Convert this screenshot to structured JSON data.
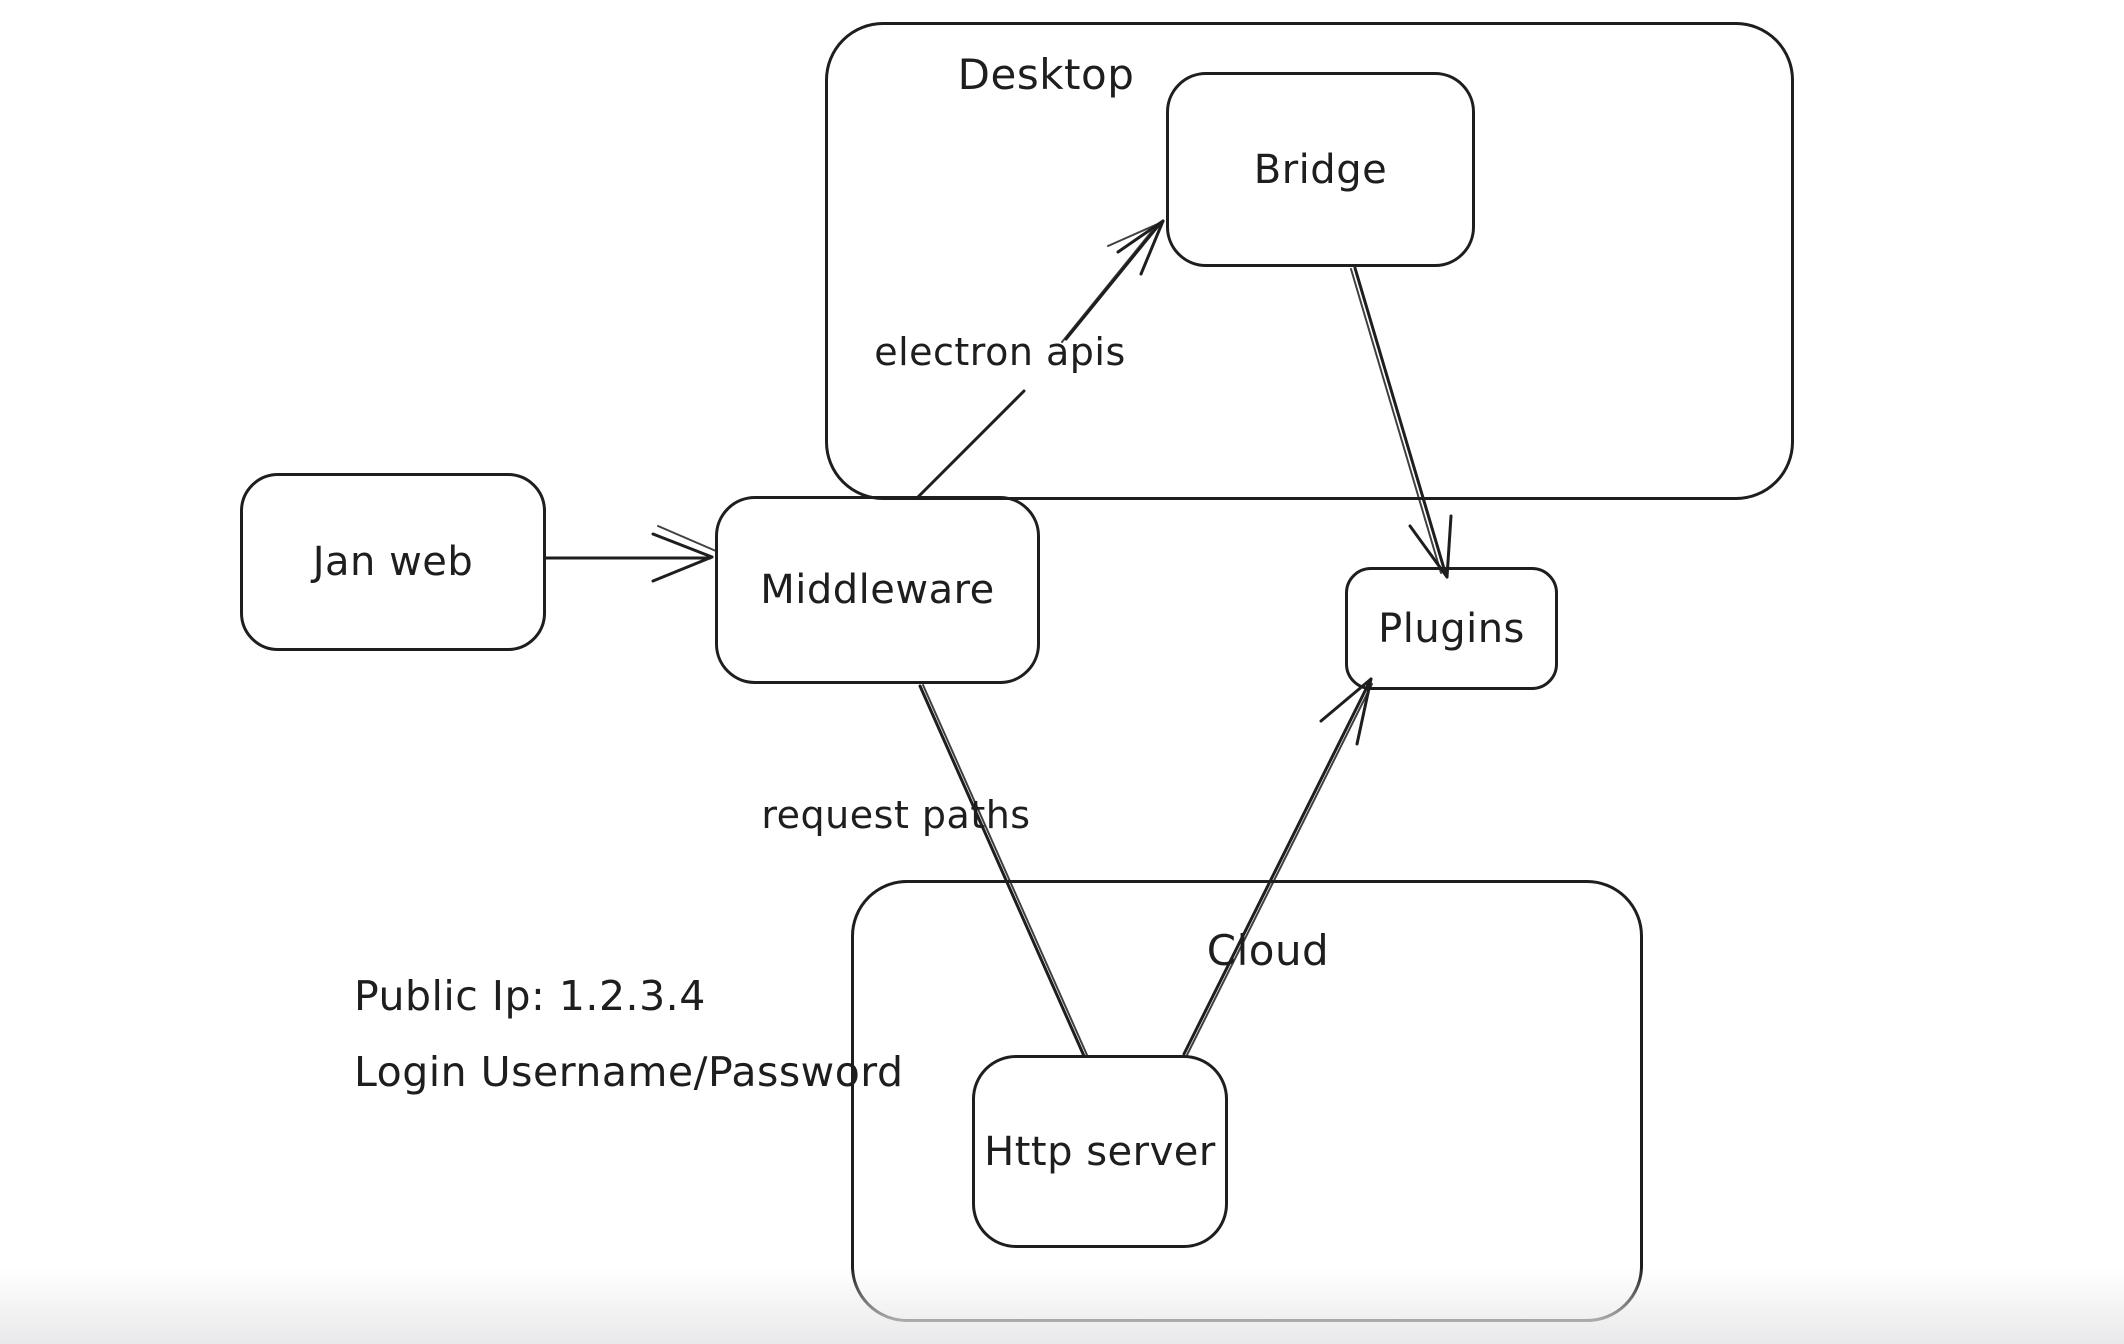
{
  "canvas": {
    "background": "#ffffff",
    "stroke_color": "#1e1e1e",
    "bottom_fade_color": "#e9e9eb",
    "style": "hand-drawn whiteboard sketch"
  },
  "containers": {
    "desktop": {
      "label": "Desktop"
    },
    "cloud": {
      "label": "Cloud"
    }
  },
  "nodes": {
    "jan_web": {
      "label": "Jan web"
    },
    "middleware": {
      "label": "Middleware"
    },
    "bridge": {
      "label": "Bridge"
    },
    "plugins": {
      "label": "Plugins"
    },
    "http_server": {
      "label": "Http server"
    }
  },
  "edge_labels": {
    "electron_apis": "electron apis",
    "request_paths": "request paths"
  },
  "edges": [
    {
      "from": "Jan web",
      "to": "Middleware",
      "label": "",
      "arrowhead": "end"
    },
    {
      "from": "Middleware",
      "to": "Bridge",
      "label": "electron apis",
      "arrowhead": "end"
    },
    {
      "from": "Bridge",
      "to": "Plugins",
      "label": "",
      "arrowhead": "end"
    },
    {
      "from": "Middleware",
      "to": "Http server",
      "label": "request paths",
      "arrowhead": "none"
    },
    {
      "from": "Http server",
      "to": "Plugins",
      "label": "",
      "arrowhead": "end"
    }
  ],
  "annotation": {
    "line1": "Public Ip: 1.2.3.4",
    "line2": "Login Username/Password"
  }
}
